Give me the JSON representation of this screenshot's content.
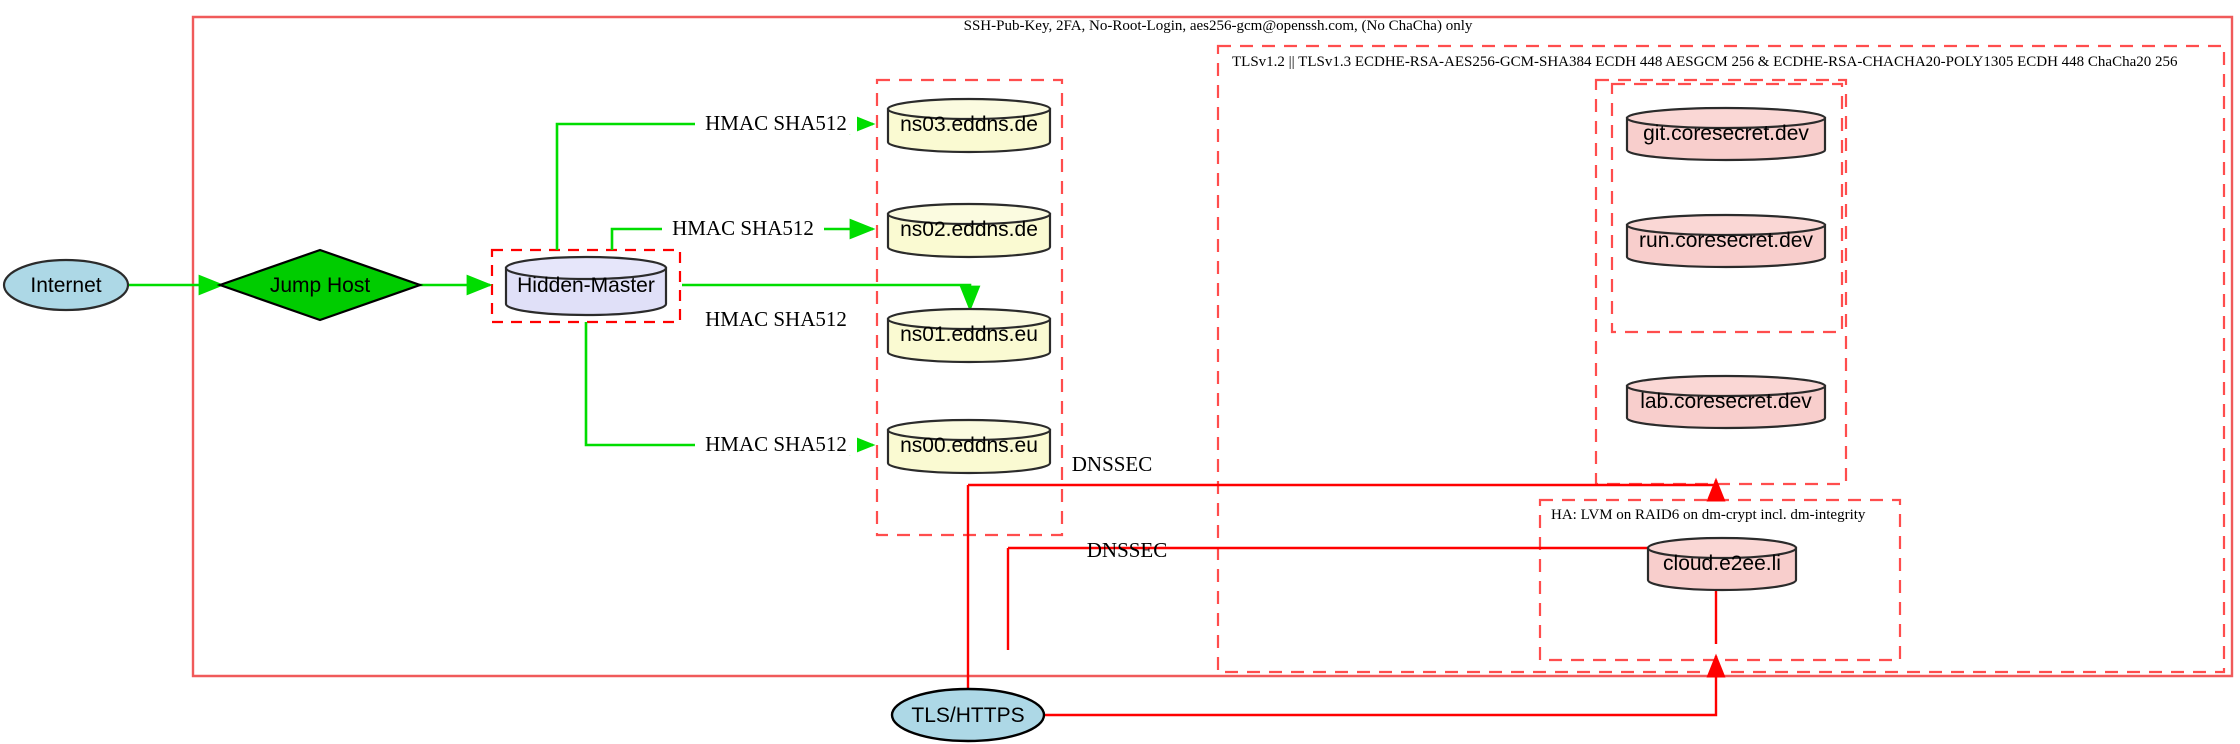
{
  "diagram": {
    "title_band": "SSH-Pub-Key, 2FA, No-Root-Login, aes256-gcm@openssh.com, (No ChaCha) only",
    "tls_band": "TLSv1.2 || TLSv1.3 ECDHE-RSA-AES256-GCM-SHA384 ECDH 448 AESGCM 256 & ECDHE-RSA-CHACHA20-POLY1305 ECDH 448 ChaCha20 256",
    "ha_band": "HA: LVM on RAID6 on dm-crypt incl. dm-integrity"
  },
  "colors": {
    "red": "#ff0000",
    "red_soft": "#f05a5a",
    "green": "#00dd00",
    "internet_fill": "#add8e6",
    "jump_fill": "#00cc00",
    "master_fill": "#e0e0f8",
    "dns_fill": "#fafad2",
    "service_fill": "#f8cecc",
    "stroke": "#2b2b2b"
  },
  "nodes": {
    "internet": "Internet",
    "jump_host": "Jump Host",
    "hidden_master": "Hidden-Master",
    "tls_https": "TLS/HTTPS",
    "dns": [
      {
        "id": "ns03",
        "label": "ns03.eddns.de"
      },
      {
        "id": "ns02",
        "label": "ns02.eddns.de"
      },
      {
        "id": "ns01",
        "label": "ns01.eddns.eu"
      },
      {
        "id": "ns00",
        "label": "ns00.eddns.eu"
      }
    ],
    "services": [
      {
        "id": "git",
        "label": "git.coresecret.dev"
      },
      {
        "id": "run",
        "label": "run.coresecret.dev"
      },
      {
        "id": "lab",
        "label": "lab.coresecret.dev"
      },
      {
        "id": "cloud",
        "label": "cloud.e2ee.li"
      }
    ]
  },
  "edge_labels": {
    "hmac": [
      "HMAC SHA512",
      "HMAC SHA512",
      "HMAC SHA512",
      "HMAC SHA512"
    ],
    "dnssec": [
      "DNSSEC",
      "DNSSEC"
    ]
  }
}
